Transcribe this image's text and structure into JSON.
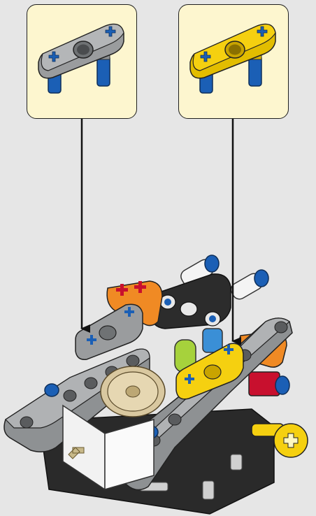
{
  "instruction_step": {
    "callouts": [
      {
        "id": "left",
        "part_color": "light-bluish-gray",
        "part": "beam-with-two-blue-pins"
      },
      {
        "id": "right",
        "part_color": "yellow",
        "part": "beam-with-two-blue-pins"
      }
    ],
    "colors": {
      "background": "#e6e6e6",
      "callout_fill": "#fdf6cf",
      "gray_part": "#9a9c9e",
      "yellow_part": "#f5d010",
      "blue_pin": "#1b5fb5",
      "orange_part": "#f08a24",
      "red_part": "#c8102e",
      "lime_part": "#a6d23c",
      "tan_gear": "#d9c8a0",
      "dark_frame": "#2a2a2a"
    }
  }
}
